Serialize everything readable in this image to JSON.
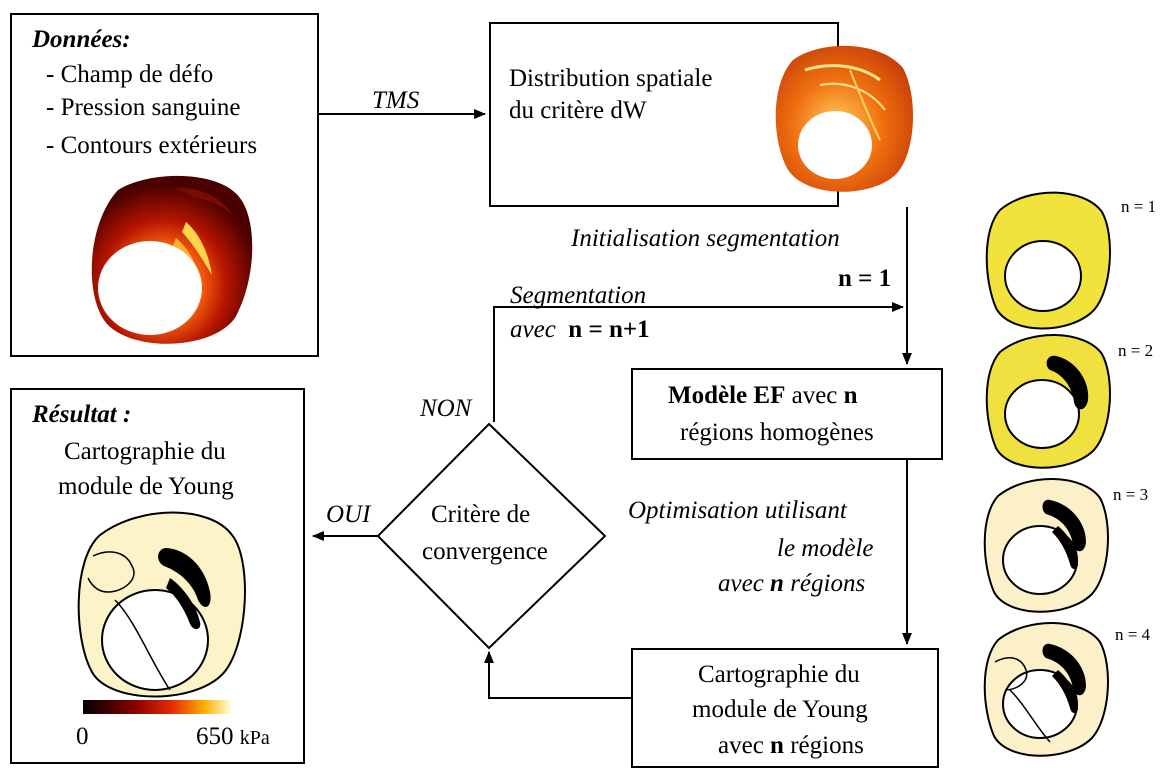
{
  "donnees": {
    "title": "Données:",
    "items": [
      "- Champ de défo",
      "- Pression sanguine",
      "- Contours extérieurs"
    ]
  },
  "tms_label": "TMS",
  "distribution": {
    "line1": "Distribution spatiale",
    "line2": "du critère dW"
  },
  "initialisation": {
    "line1": "Initialisation segmentation",
    "line2": "n = 1"
  },
  "segmentation": {
    "line1": "Segmentation",
    "line2_prefix": "avec",
    "line2_formula": "n = n+1"
  },
  "modele": {
    "bold_part": "Modèle EF",
    "mid_part": " avec ",
    "n": "n",
    "line2": "régions homogènes"
  },
  "non_label": "NON",
  "oui_label": "OUI",
  "critere": {
    "line1": "Critère de",
    "line2": "convergence"
  },
  "optimisation": {
    "line1": "Optimisation utilisant",
    "line2": "le modèle",
    "line3_prefix": "avec ",
    "line3_n": "n",
    "line3_suffix": " régions"
  },
  "cartographie_n": {
    "line1": "Cartographie du",
    "line2": "module de Young",
    "line3_prefix": "avec ",
    "line3_n": "n",
    "line3_suffix": " régions"
  },
  "resultat": {
    "title": "Résultat :",
    "line1": "Cartographie du",
    "line2": "module de Young",
    "scale_min": "0",
    "scale_max": "650",
    "scale_unit": "kPa"
  },
  "stages": [
    {
      "label": "n = 1",
      "fill": "#f2e33c"
    },
    {
      "label": "n = 2",
      "fill": "#f0e040"
    },
    {
      "label": "n = 3",
      "fill": "#fbf0c8"
    },
    {
      "label": "n = 4",
      "fill": "#fbf0c8"
    }
  ],
  "colors": {
    "heat_dark": "#4a0000",
    "heat_mid": "#c81e00",
    "heat_bright": "#ffe07a",
    "map_fill": "#fcf3c9",
    "black_region": "#000000"
  }
}
